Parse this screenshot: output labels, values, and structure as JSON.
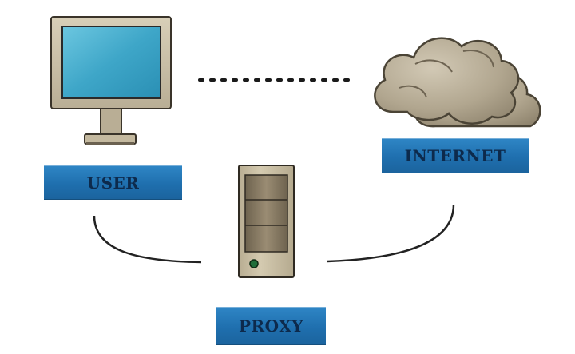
{
  "labels": {
    "user": "USER",
    "internet": "INTERNET",
    "proxy": "PROXY"
  },
  "colors": {
    "label_fill": "#1f6fae",
    "label_text": "#0d2a4c",
    "monitor_frame": "#c9bfa7",
    "monitor_screen": "#3ea6c8",
    "cloud": "#b7ad98",
    "tower": "#c7bca2",
    "tower_panel": "#8a7d67",
    "power_light": "#1f6e3a",
    "connector": "#222222"
  },
  "icons": [
    "monitor-icon",
    "cloud-icon",
    "server-tower-icon"
  ]
}
